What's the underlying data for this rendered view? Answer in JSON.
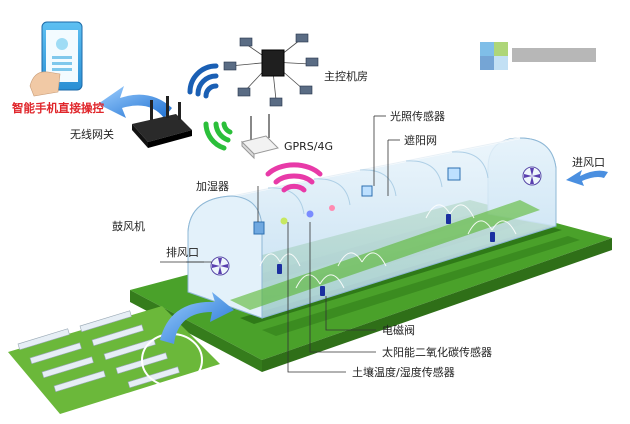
{
  "labels": {
    "phone_control": "智能手机直接操控",
    "wireless_gateway": "无线网关",
    "main_control_room": "主控机房",
    "gprs": "GPRS/4G",
    "light_sensor": "光照传感器",
    "shade_net": "遮阳网",
    "humidifier": "加湿器",
    "air_inlet": "进风口",
    "blower": "鼓风机",
    "exhaust": "排风口",
    "solenoid_valve": "电磁阀",
    "co2_sensor": "太阳能二氧化碳传感器",
    "soil_sensor": "土壤温度/湿度传感器"
  },
  "colors": {
    "tunnel_glass": "#cfe6f5",
    "grass": "#5caf2e",
    "grass_dark": "#3f8a22",
    "soil": "#7a5a2c",
    "wifi_blue": "#1a5fb4",
    "wifi_green": "#2bbf3a",
    "wifi_magenta": "#e83aa8",
    "arrow_blue": "#2f7fd8"
  },
  "icons": [
    "smartphone-icon",
    "router-icon",
    "server-network-icon",
    "fan-icon",
    "sprinkler-icon",
    "sensor-icon"
  ]
}
